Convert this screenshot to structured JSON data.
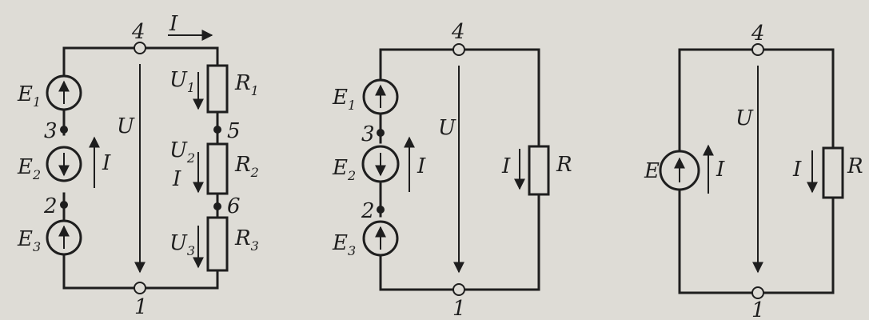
{
  "circuit1": {
    "node_top": "4",
    "node_bottom": "1",
    "node_a": "3",
    "node_b": "2",
    "node_c": "5",
    "node_d": "6",
    "current_top": "I",
    "current_mid": "I",
    "current_r2": "I",
    "voltage": "U",
    "sources": [
      {
        "letter": "E",
        "index": "1",
        "direction": "up"
      },
      {
        "letter": "E",
        "index": "2",
        "direction": "down"
      },
      {
        "letter": "E",
        "index": "3",
        "direction": "up"
      }
    ],
    "resistors": [
      {
        "letter": "R",
        "index": "1",
        "v_letter": "U",
        "v_index": "1"
      },
      {
        "letter": "R",
        "index": "2",
        "v_letter": "U",
        "v_index": "2"
      },
      {
        "letter": "R",
        "index": "3",
        "v_letter": "U",
        "v_index": "3"
      }
    ]
  },
  "circuit2": {
    "node_top": "4",
    "node_bottom": "1",
    "node_a": "3",
    "node_b": "2",
    "current_mid": "I",
    "current_r": "I",
    "voltage": "U",
    "resistor": "R",
    "sources": [
      {
        "letter": "E",
        "index": "1",
        "direction": "up"
      },
      {
        "letter": "E",
        "index": "2",
        "direction": "down"
      },
      {
        "letter": "E",
        "index": "3",
        "direction": "up"
      }
    ]
  },
  "circuit3": {
    "node_top": "4",
    "node_bottom": "1",
    "current_e": "I",
    "current_r": "I",
    "voltage": "U",
    "source": "E",
    "resistor": "R"
  }
}
